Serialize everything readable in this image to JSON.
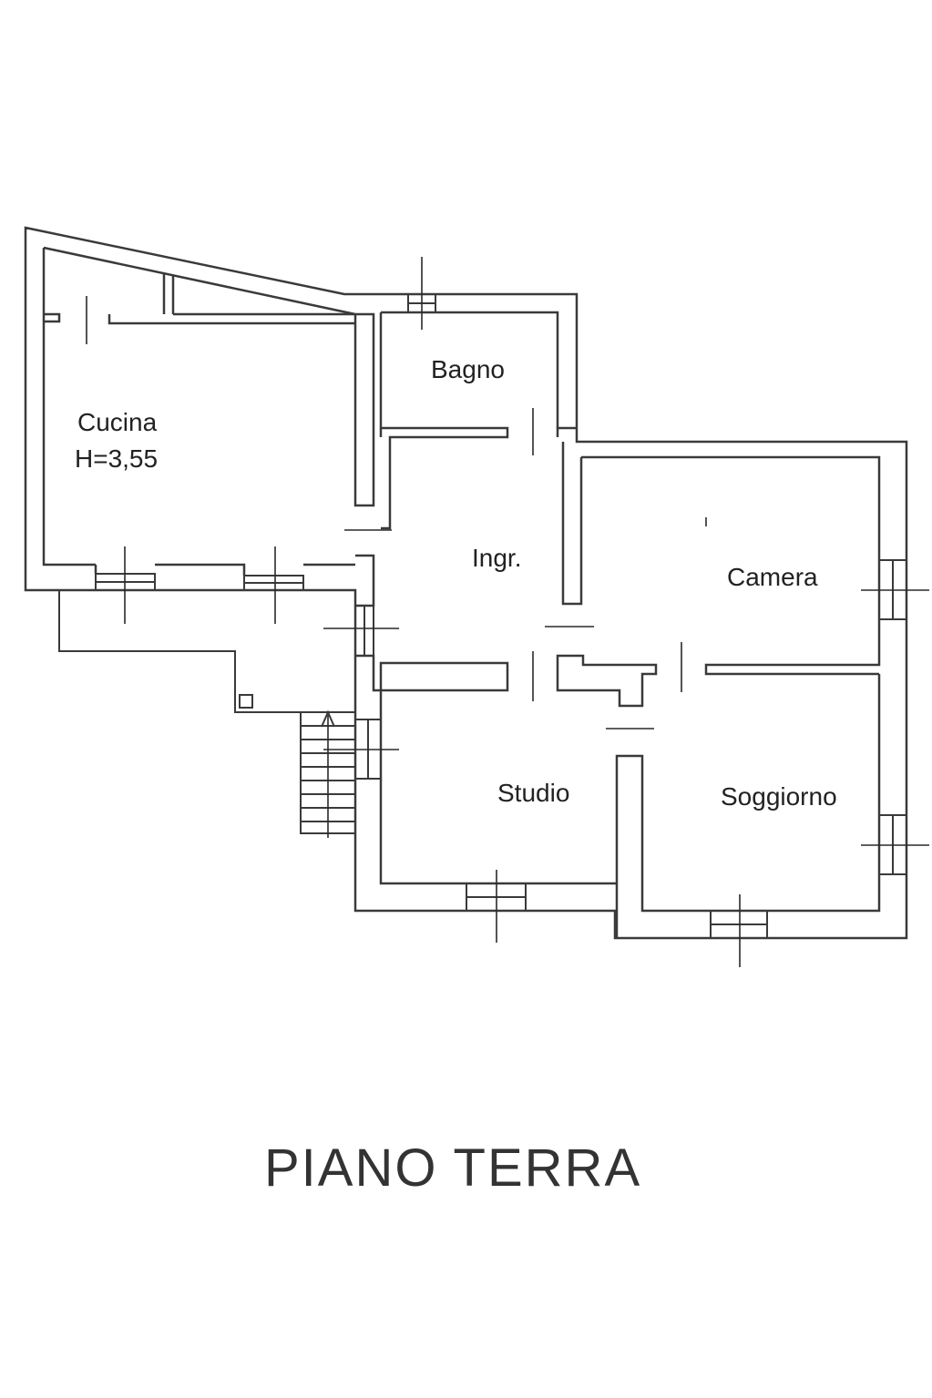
{
  "plan": {
    "title": "PIANO TERRA",
    "rooms": {
      "cucina": "Cucina",
      "cucina_height": "H=3,55",
      "bagno": "Bagno",
      "ingresso": "Ingr.",
      "camera": "Camera",
      "studio": "Studio",
      "soggiorno": "Soggiorno"
    },
    "colors": {
      "ink": "#3a3a3a",
      "paper": "#ffffff"
    }
  }
}
